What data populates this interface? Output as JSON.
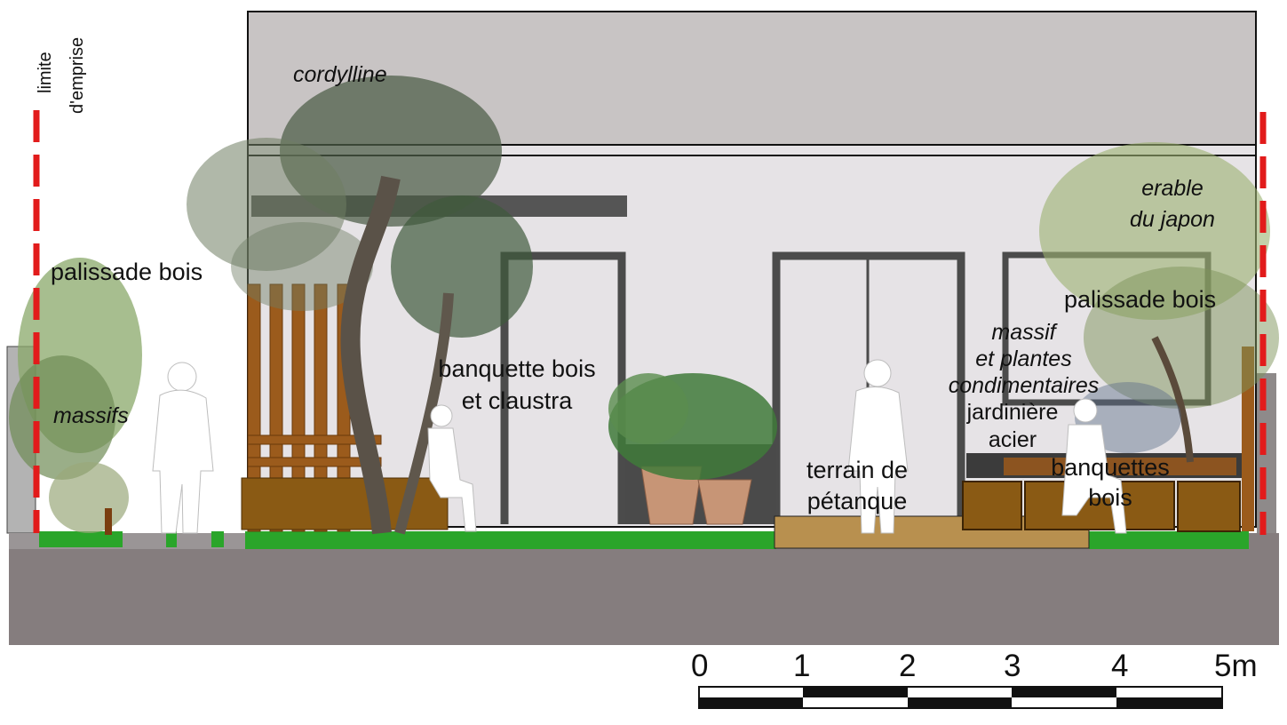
{
  "labels": {
    "limite": "limite",
    "emprise": "d'emprise",
    "cordylline": "cordylline",
    "palissade_left": "palissade bois",
    "massifs": "massifs",
    "banquette_line1": "banquette bois",
    "banquette_line2": "et claustra",
    "terrain_line1": "terrain de",
    "terrain_line2": "pétanque",
    "massif_line1": "massif",
    "massif_line2": "et plantes",
    "massif_line3": "condimentaires",
    "jardiniere_line1": "jardinière",
    "jardiniere_line2": "acier",
    "banquettes_line1": "banquettes",
    "banquettes_line2": "bois",
    "erable_line1": "erable",
    "erable_line2": "du japon",
    "palissade_right": "palissade bois"
  },
  "scale_bar": {
    "ticks": [
      "0",
      "1",
      "2",
      "3",
      "4",
      "5m"
    ]
  },
  "colors": {
    "wall": "#c8c4c4",
    "facade": "#e6e3e6",
    "frame": "#4b4b4b",
    "ground": "#857d7e",
    "grass": "#2aa52a",
    "wood": "#9b5b1c",
    "bench": "#8a5a14",
    "petanque": "#b8904f",
    "planter": "#c79576",
    "limit_line": "#e21b1b",
    "foliage_dark": "#4b5b45",
    "foliage_light": "#8aa86a"
  }
}
